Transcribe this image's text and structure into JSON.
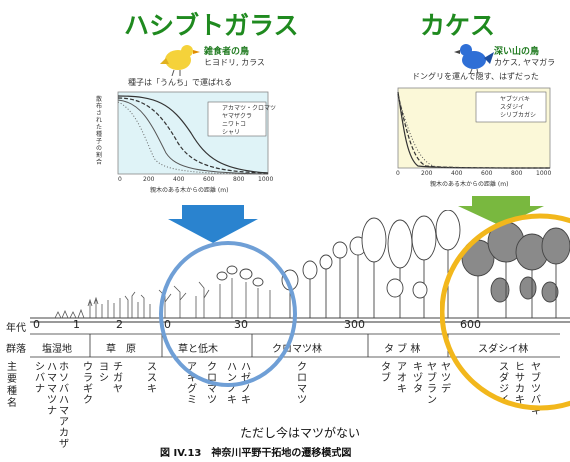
{
  "left_panel": {
    "title": "ハシブトガラス",
    "bird_group": "雑食者の鳥",
    "bird_names": "ヒヨドリ, カラス",
    "subtitle": "種子は「うんち」で運ばれる",
    "legend": [
      "アカマツ・クロマツ",
      "ヤマザクラ",
      "ニワトコ",
      "シャリ"
    ],
    "x_label": "親木のある木からの距離 (m)",
    "y_label": "散布された種子の割合",
    "x_ticks": [
      "0",
      "200",
      "400",
      "600",
      "800",
      "1000"
    ],
    "bird_color": "#f5d23a"
  },
  "right_panel": {
    "title": "カケス",
    "bird_group": "深い山の鳥",
    "bird_names": "カケス, ヤマガラ",
    "subtitle": "ドングリを運んで隠す、はずだった",
    "legend": [
      "ヤブツバキ",
      "スダジイ",
      "シリブカガシ"
    ],
    "x_label": "親木のある木からの距離 (m)",
    "x_ticks": [
      "0",
      "200",
      "400",
      "600",
      "800",
      "1000"
    ],
    "bird_color": "#2f6fd6"
  },
  "timeline": {
    "row_label": "年代",
    "ticks": [
      "0",
      "1",
      "2",
      "0",
      "30",
      "300",
      "600"
    ]
  },
  "zones": {
    "row_label": "群落",
    "items": [
      "塩湿地",
      "草　原",
      "草と低木",
      "クロマツ林",
      "タ ブ 林",
      "スダシイ林"
    ]
  },
  "species": {
    "row_label": "主要種名",
    "columns": [
      "シバナ",
      "ハママツナ",
      "ホソバハマアカザ",
      "ウラギク",
      "ヨシ",
      "チガヤ",
      "ススキ",
      "アキグミ",
      "クロマツ",
      "ハンノキ",
      "ハゼノキ",
      "クロマツ",
      "タブ",
      "アオキ",
      "キヅタ",
      "ヤブラン",
      "ヤツデ",
      "スダジイ",
      "ヒサカキ",
      "ヤブツバキ"
    ]
  },
  "note": "ただし今はマツがない",
  "caption": "図 IV.13　神奈川平野干拓地の遷移模式図",
  "colors": {
    "title_green": "#1f8a1f",
    "arrow_blue": "#2a83cf",
    "arrow_green": "#79b83f",
    "circle_blue": "#6f9fd6",
    "circle_yellow": "#f2b71c",
    "right_chart_fill": "#fbf8d8",
    "left_chart_fill": "#dff3f7"
  }
}
